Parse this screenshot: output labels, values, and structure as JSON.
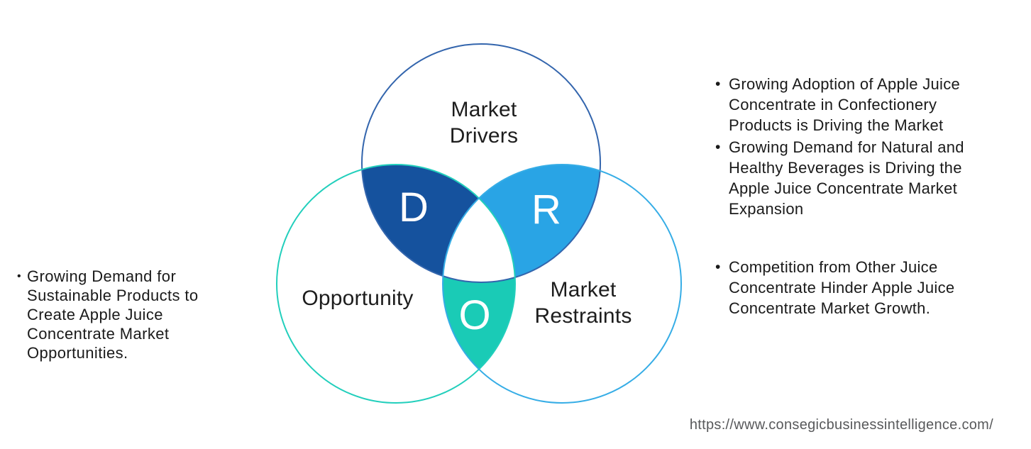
{
  "diagram": {
    "circles": {
      "drivers": {
        "label": "Market\nDrivers",
        "outline_color": "#3365AD"
      },
      "opportunity": {
        "label": "Opportunity",
        "outline_color": "#22CFBC"
      },
      "restraints": {
        "label": "Market\nRestraints",
        "outline_color": "#36ADE6"
      }
    },
    "overlaps": {
      "drivers": {
        "letter": "D",
        "fill": "#15529E"
      },
      "restraints": {
        "letter": "R",
        "fill": "#29A4E5"
      },
      "opportunity": {
        "letter": "O",
        "fill": "#1ACBB6"
      },
      "letter_color": "#FFFFFF",
      "center_fill": "#FFFFFF"
    }
  },
  "glyphs": {
    "bullet": "•"
  },
  "left_notes": {
    "items": [
      "Growing Demand for Sustainable Products to Create Apple Juice Concentrate Market Opportunities."
    ]
  },
  "right_notes_top": {
    "items": [
      "Growing Adoption of Apple Juice Concentrate in Confectionery Products is Driving the Market",
      "Growing Demand for Natural and Healthy Beverages is Driving the Apple Juice Concentrate Market Expansion"
    ]
  },
  "right_notes_bottom": {
    "items": [
      "Competition from Other Juice Concentrate Hinder Apple Juice Concentrate Market Growth."
    ]
  },
  "footer": {
    "url": "https://www.consegicbusinessintelligence.com/"
  }
}
